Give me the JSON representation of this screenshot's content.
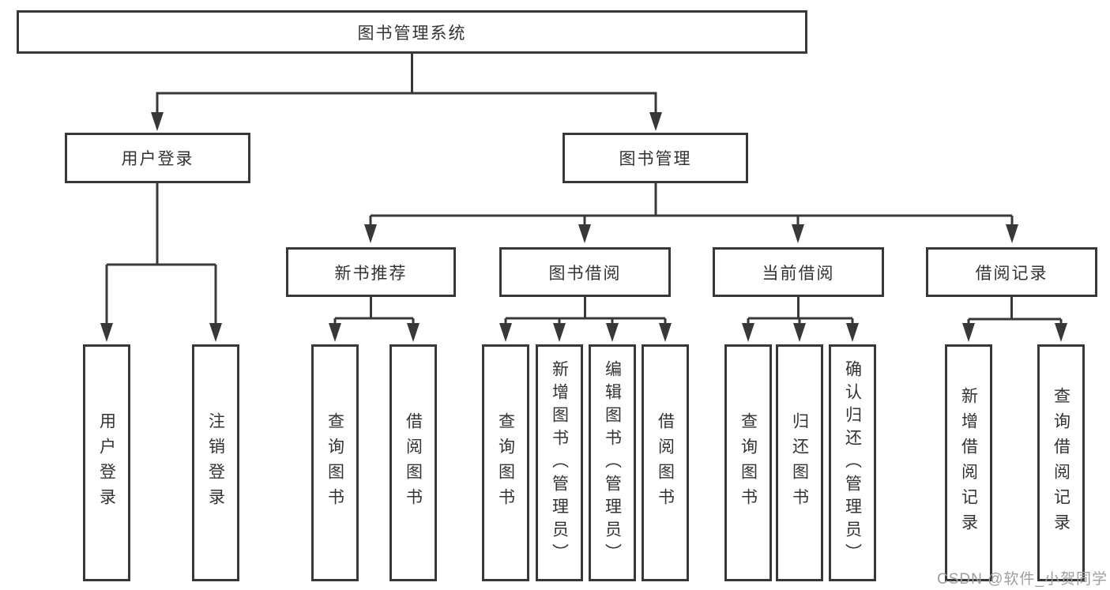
{
  "tree": {
    "label": "图书管理系统",
    "children": [
      {
        "label": "用户登录",
        "children": [
          {
            "label": "用户登录"
          },
          {
            "label": "注销登录"
          }
        ]
      },
      {
        "label": "图书管理",
        "children": [
          {
            "label": "新书推荐",
            "children": [
              {
                "label": "查询图书"
              },
              {
                "label": "借阅图书"
              }
            ]
          },
          {
            "label": "图书借阅",
            "children": [
              {
                "label": "查询图书"
              },
              {
                "label": "新增图书（管理员）"
              },
              {
                "label": "编辑图书（管理员）"
              },
              {
                "label": "借阅图书"
              }
            ]
          },
          {
            "label": "当前借阅",
            "children": [
              {
                "label": "查询图书"
              },
              {
                "label": "归还图书"
              },
              {
                "label": "确认归还（管理员）"
              }
            ]
          },
          {
            "label": "借阅记录",
            "children": [
              {
                "label": "新增借阅记录"
              },
              {
                "label": "查询借阅记录"
              }
            ]
          }
        ]
      }
    ]
  },
  "watermark": {
    "text": "CSDN @软件_小贺同学",
    "color": "#9e9e9e"
  },
  "colors": {
    "line": "#383838",
    "text": "#333333",
    "background": "#ffffff"
  }
}
